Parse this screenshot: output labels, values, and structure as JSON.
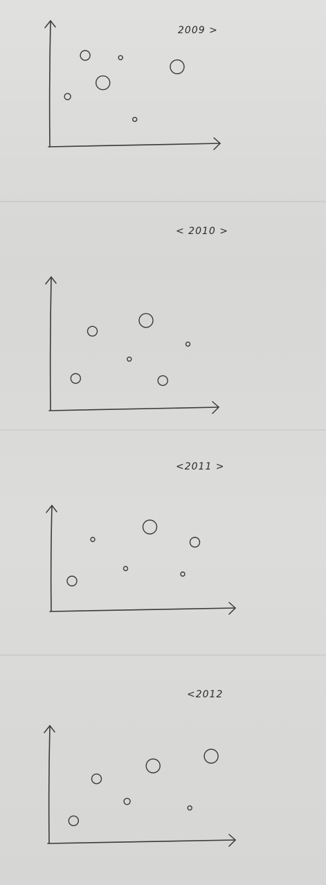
{
  "chart_data": [
    {
      "type": "scatter",
      "title": "2009 >",
      "points": [
        {
          "x": 1.0,
          "y": 2.2,
          "size": 2
        },
        {
          "x": 2.0,
          "y": 4.0,
          "size": 3
        },
        {
          "x": 3.0,
          "y": 2.8,
          "size": 4
        },
        {
          "x": 4.0,
          "y": 3.9,
          "size": 1
        },
        {
          "x": 4.8,
          "y": 1.2,
          "size": 1
        },
        {
          "x": 7.2,
          "y": 3.5,
          "size": 4
        }
      ]
    },
    {
      "type": "scatter",
      "title": "< 2010 >",
      "points": [
        {
          "x": 1.5,
          "y": 1.5,
          "size": 3
        },
        {
          "x": 2.5,
          "y": 3.7,
          "size": 3
        },
        {
          "x": 4.7,
          "y": 2.4,
          "size": 1
        },
        {
          "x": 5.7,
          "y": 4.2,
          "size": 4
        },
        {
          "x": 6.7,
          "y": 1.4,
          "size": 3
        },
        {
          "x": 8.2,
          "y": 3.1,
          "size": 1
        }
      ]
    },
    {
      "type": "scatter",
      "title": "<2011 >",
      "points": [
        {
          "x": 1.2,
          "y": 2.2,
          "size": 3
        },
        {
          "x": 2.4,
          "y": 5.2,
          "size": 1
        },
        {
          "x": 4.3,
          "y": 3.1,
          "size": 1
        },
        {
          "x": 5.7,
          "y": 6.1,
          "size": 4
        },
        {
          "x": 7.6,
          "y": 2.7,
          "size": 1
        },
        {
          "x": 8.3,
          "y": 5.0,
          "size": 3
        }
      ]
    },
    {
      "type": "scatter",
      "title": "<2012",
      "points": [
        {
          "x": 1.6,
          "y": 1.4,
          "size": 3
        },
        {
          "x": 3.1,
          "y": 4.0,
          "size": 3
        },
        {
          "x": 5.1,
          "y": 2.6,
          "size": 2
        },
        {
          "x": 6.8,
          "y": 4.8,
          "size": 4
        },
        {
          "x": 9.2,
          "y": 2.2,
          "size": 1
        },
        {
          "x": 10.6,
          "y": 5.4,
          "size": 4
        }
      ]
    }
  ]
}
